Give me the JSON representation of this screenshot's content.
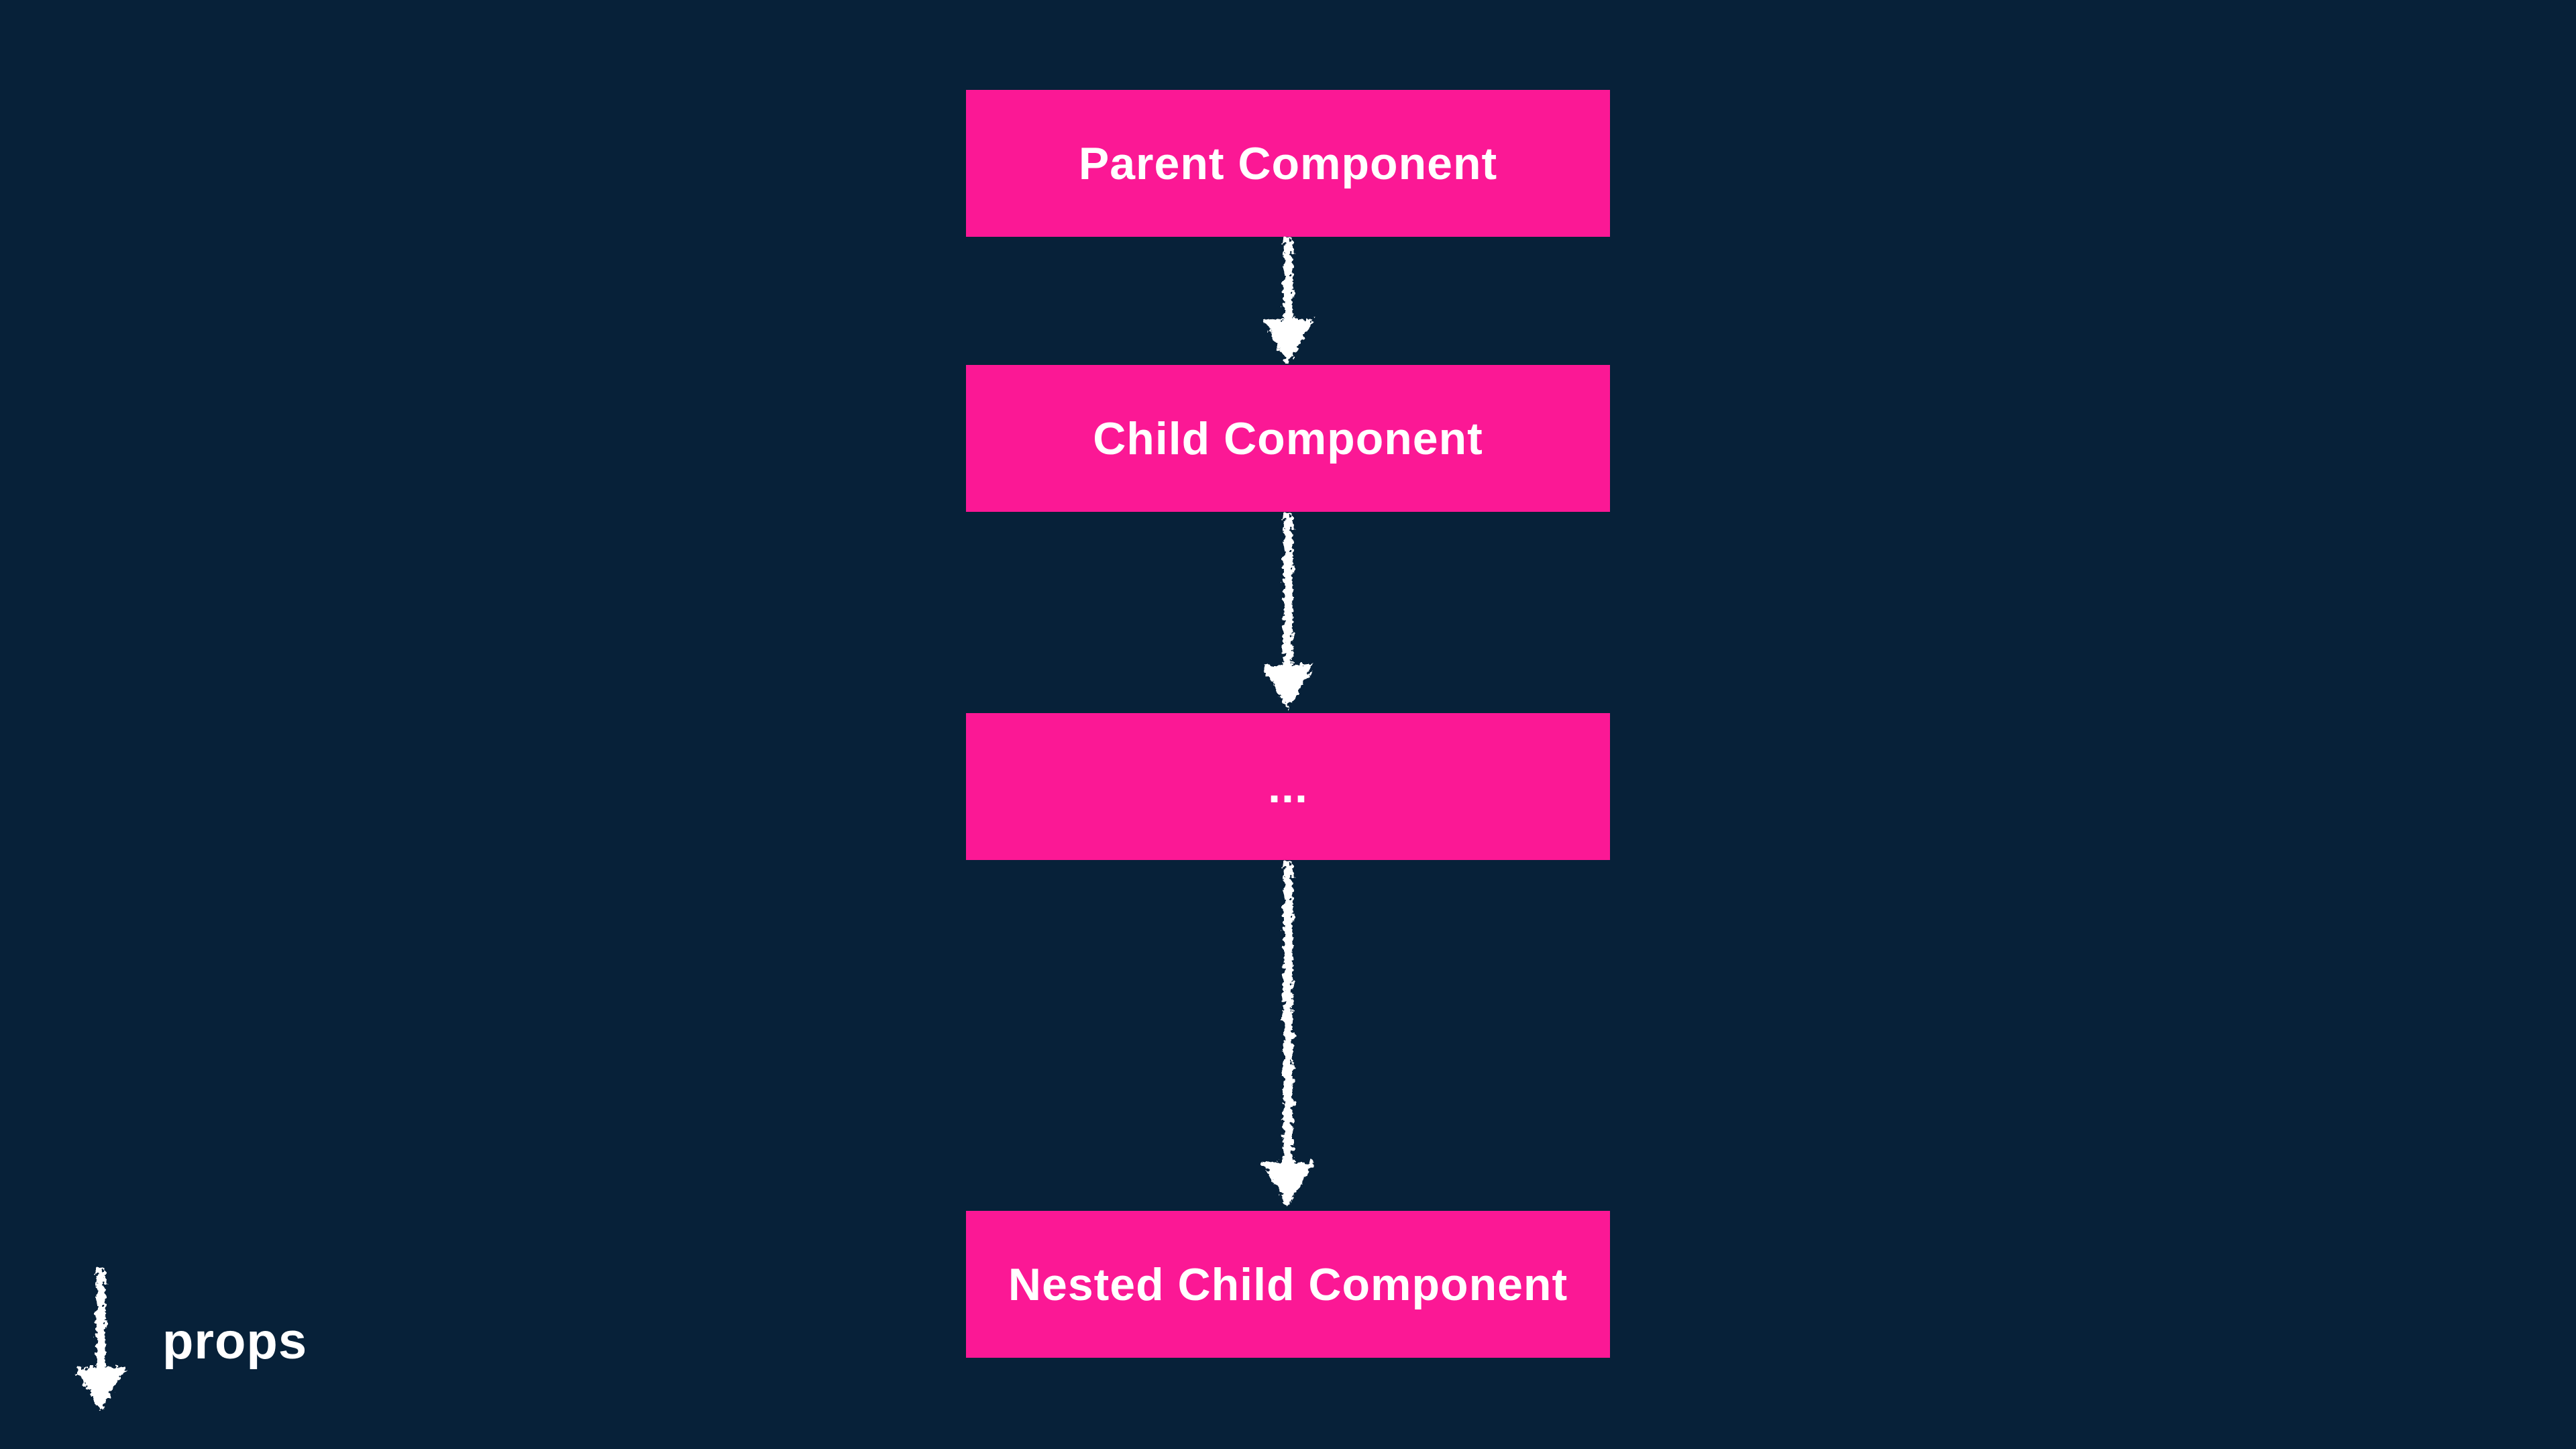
{
  "diagram": {
    "nodes": [
      {
        "id": "parent",
        "label": "Parent Component"
      },
      {
        "id": "child",
        "label": "Child Component"
      },
      {
        "id": "more",
        "label": "..."
      },
      {
        "id": "nested",
        "label": "Nested Child Component"
      }
    ],
    "edges": [
      {
        "from": "Parent Component",
        "to": "Child Component",
        "icon": "arrow-down-icon"
      },
      {
        "from": "Child Component",
        "to": "...",
        "icon": "arrow-down-icon"
      },
      {
        "from": "...",
        "to": "Nested Child Component",
        "icon": "arrow-down-icon"
      }
    ],
    "legend": {
      "icon": "arrow-down-icon",
      "label": "props"
    },
    "colors": {
      "background": "#072139",
      "node_fill": "#fb1895",
      "node_text": "#ffffff",
      "arrow": "#ffffff"
    }
  }
}
